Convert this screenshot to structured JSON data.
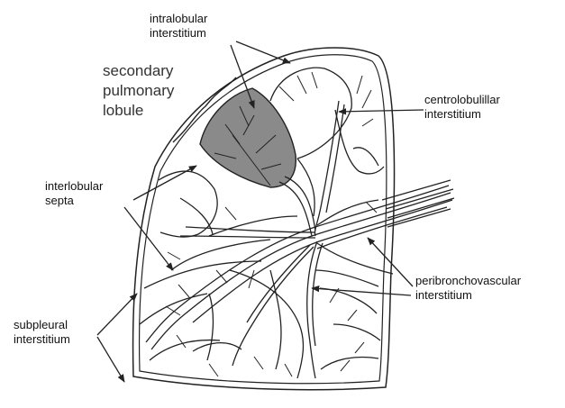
{
  "colors": {
    "stroke": "#222222",
    "lobule_fill": "#8a8a8a",
    "background": "#ffffff"
  },
  "labels": {
    "intralobular": [
      "intralobular",
      "interstitium"
    ],
    "secondary_lobule": [
      "secondary",
      "pulmonary",
      "lobule"
    ],
    "centrolobular": [
      "centrolobulillar",
      "interstitium"
    ],
    "interlobular": [
      "interlobular",
      "septa"
    ],
    "peribronchovascular": [
      "peribronchovascular",
      "interstitium"
    ],
    "subpleural": [
      "subpleural",
      "interstitium"
    ]
  }
}
